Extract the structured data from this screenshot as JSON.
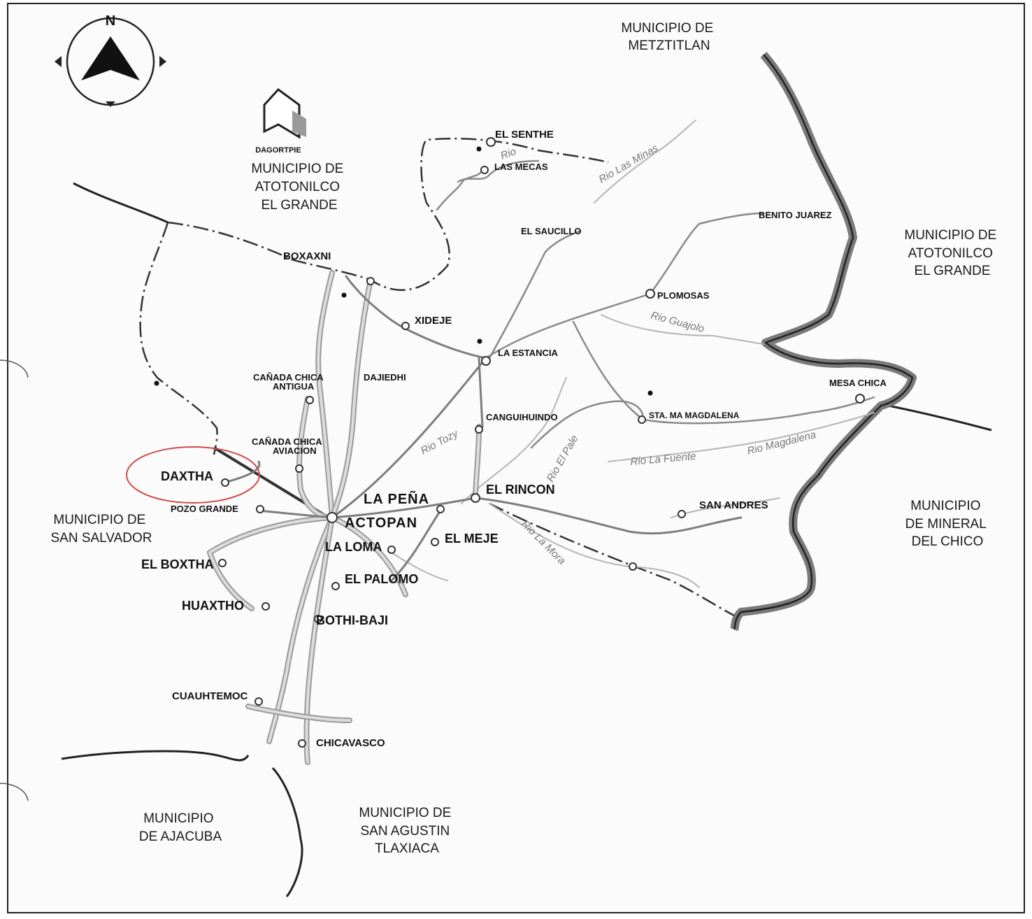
{
  "compass": {
    "north_label": "N"
  },
  "logo": {
    "text": "DAGORTPIE"
  },
  "municipalities": [
    {
      "id": "metztitlan",
      "lines": [
        "MUNICIPIO DE",
        "METZTITLAN"
      ]
    },
    {
      "id": "atotonilco-west",
      "lines": [
        "MUNICIPIO DE",
        "ATOTONILCO",
        "EL GRANDE"
      ]
    },
    {
      "id": "atotonilco-east",
      "lines": [
        "MUNICIPIO DE",
        "ATOTONILCO",
        "EL GRANDE"
      ]
    },
    {
      "id": "san-salvador",
      "lines": [
        "MUNICIPIO DE",
        "SAN SALVADOR"
      ]
    },
    {
      "id": "mineral-del-chico",
      "lines": [
        "MUNICIPIO",
        "DE MINERAL",
        "DEL CHICO"
      ]
    },
    {
      "id": "ajacuba",
      "lines": [
        "MUNICIPIO",
        "DE AJACUBA"
      ]
    },
    {
      "id": "san-agustin",
      "lines": [
        "MUNICIPIO DE",
        "SAN AGUSTIN",
        "TLAXIACA"
      ]
    }
  ],
  "towns": [
    {
      "id": "el-senthe",
      "label": "EL SENTHE"
    },
    {
      "id": "las-mecas",
      "label": "LAS MECAS"
    },
    {
      "id": "el-saucillo",
      "label": "EL SAUCILLO"
    },
    {
      "id": "benito-juarez",
      "label": "BENITO JUAREZ"
    },
    {
      "id": "boxaxni",
      "label": "BOXAXNI"
    },
    {
      "id": "xideje",
      "label": "XIDEJE"
    },
    {
      "id": "plomosas",
      "label": "PLOMOSAS"
    },
    {
      "id": "la-estancia",
      "label": "LA ESTANCIA"
    },
    {
      "id": "mesa-chica",
      "label": "MESA CHICA"
    },
    {
      "id": "canada-chica-antigua-1",
      "label": "CAÑADA CHICA"
    },
    {
      "id": "canada-chica-antigua-2",
      "label": "ANTIGUA"
    },
    {
      "id": "dajiedhi",
      "label": "DAJIEDHI"
    },
    {
      "id": "canguihuindo",
      "label": "CANGUIHUINDO"
    },
    {
      "id": "sta-ma-magdalena",
      "label": "STA. MA MAGDALENA"
    },
    {
      "id": "canada-chica-avacion-1",
      "label": "CAÑADA CHICA"
    },
    {
      "id": "canada-chica-avacion-2",
      "label": "AVIACION"
    },
    {
      "id": "daxtha",
      "label": "DAXTHA"
    },
    {
      "id": "la-pena",
      "label": "LA PEÑA"
    },
    {
      "id": "el-rincon",
      "label": "EL RINCON"
    },
    {
      "id": "pozo-grande",
      "label": "POZO GRANDE"
    },
    {
      "id": "actopan",
      "label": "ACTOPAN"
    },
    {
      "id": "san-andres",
      "label": "SAN ANDRES"
    },
    {
      "id": "la-loma",
      "label": "LA LOMA"
    },
    {
      "id": "el-meje",
      "label": "EL MEJE"
    },
    {
      "id": "el-boxtha",
      "label": "EL BOXTHA"
    },
    {
      "id": "el-palomo",
      "label": "EL PALOMO"
    },
    {
      "id": "huaxtho",
      "label": "HUAXTHO"
    },
    {
      "id": "bothi-baji",
      "label": "BOTHI-BAJI"
    },
    {
      "id": "cuauhtemoc",
      "label": "CUAUHTEMOC"
    },
    {
      "id": "chicavasco",
      "label": "CHICAVASCO"
    }
  ],
  "rivers": [
    {
      "id": "rio-las-minas",
      "label": "Rio Las Minas"
    },
    {
      "id": "rio-top",
      "label": "Rio"
    },
    {
      "id": "rio-guajolo",
      "label": "Rio Guajolo"
    },
    {
      "id": "rio-tozy",
      "label": "Rio Tozy"
    },
    {
      "id": "rio-el-pale",
      "label": "Rio El Pale"
    },
    {
      "id": "rio-la-fuente",
      "label": "Rio La Fuente"
    },
    {
      "id": "rio-magdalena",
      "label": "Rio Magdalena"
    },
    {
      "id": "rio-la-mora",
      "label": "Rio La Mora"
    }
  ],
  "colors": {
    "highlight_circle": "#d04a4a",
    "ink": "#111111",
    "road": "#9a9a9a",
    "heavy_border": "#7a7a7a"
  }
}
